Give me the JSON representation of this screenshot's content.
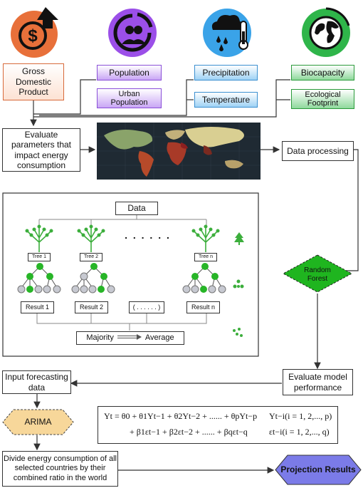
{
  "inputs": {
    "gdp": "Gross Domestic Product",
    "population": "Population",
    "urban_population": "Urban Population",
    "precipitation": "Precipitation",
    "temperature": "Temperature",
    "biocapacity": "Biocapacity",
    "ecological_footprint": "Ecological Footprint"
  },
  "flow": {
    "evaluate_params": "Evaluate parameters that impact energy consumption",
    "data_processing": "Data processing",
    "random_forest": "Random Forest",
    "evaluate_model": "Evaluate model performance",
    "input_forecasting": "Input forecasting data",
    "arima": "ARIMA",
    "divide": "Divide energy consumption of all selected countries by their combined ratio in the world",
    "projection": "Projection Results"
  },
  "rf_panel": {
    "data": "Data",
    "trees": [
      "Tree 1",
      "Tree 2",
      "Tree n"
    ],
    "ellipsis": ". . . . . .",
    "results": [
      "Result 1",
      "Result 2",
      "( . . . . . . )",
      "Result n"
    ],
    "majority": "Majority",
    "average": "Average"
  },
  "equation": {
    "line1": "Yt = θ0 + θ1Yt−1 + θ2Yt−2 + ...... + θpYt−p",
    "line2": "+ β1εt−1 + β2εt−2 + ...... + βqεt−q",
    "cond1": "Yt−i(i = 1, 2,..., p)",
    "cond2": "εt−i(i = 1, 2,..., q)"
  },
  "colors": {
    "gdp": "#e8703a",
    "population": "#9b4fe8",
    "precipitation": "#3aa3e8",
    "biocapacity": "#2fb54a",
    "random_forest": "#1fb51f",
    "arima": "#f7d79a",
    "projection": "#7b7be8"
  },
  "icons": [
    "dollar-up-icon",
    "people-icon",
    "weather-icon",
    "globe-icon",
    "world-map-icon"
  ]
}
